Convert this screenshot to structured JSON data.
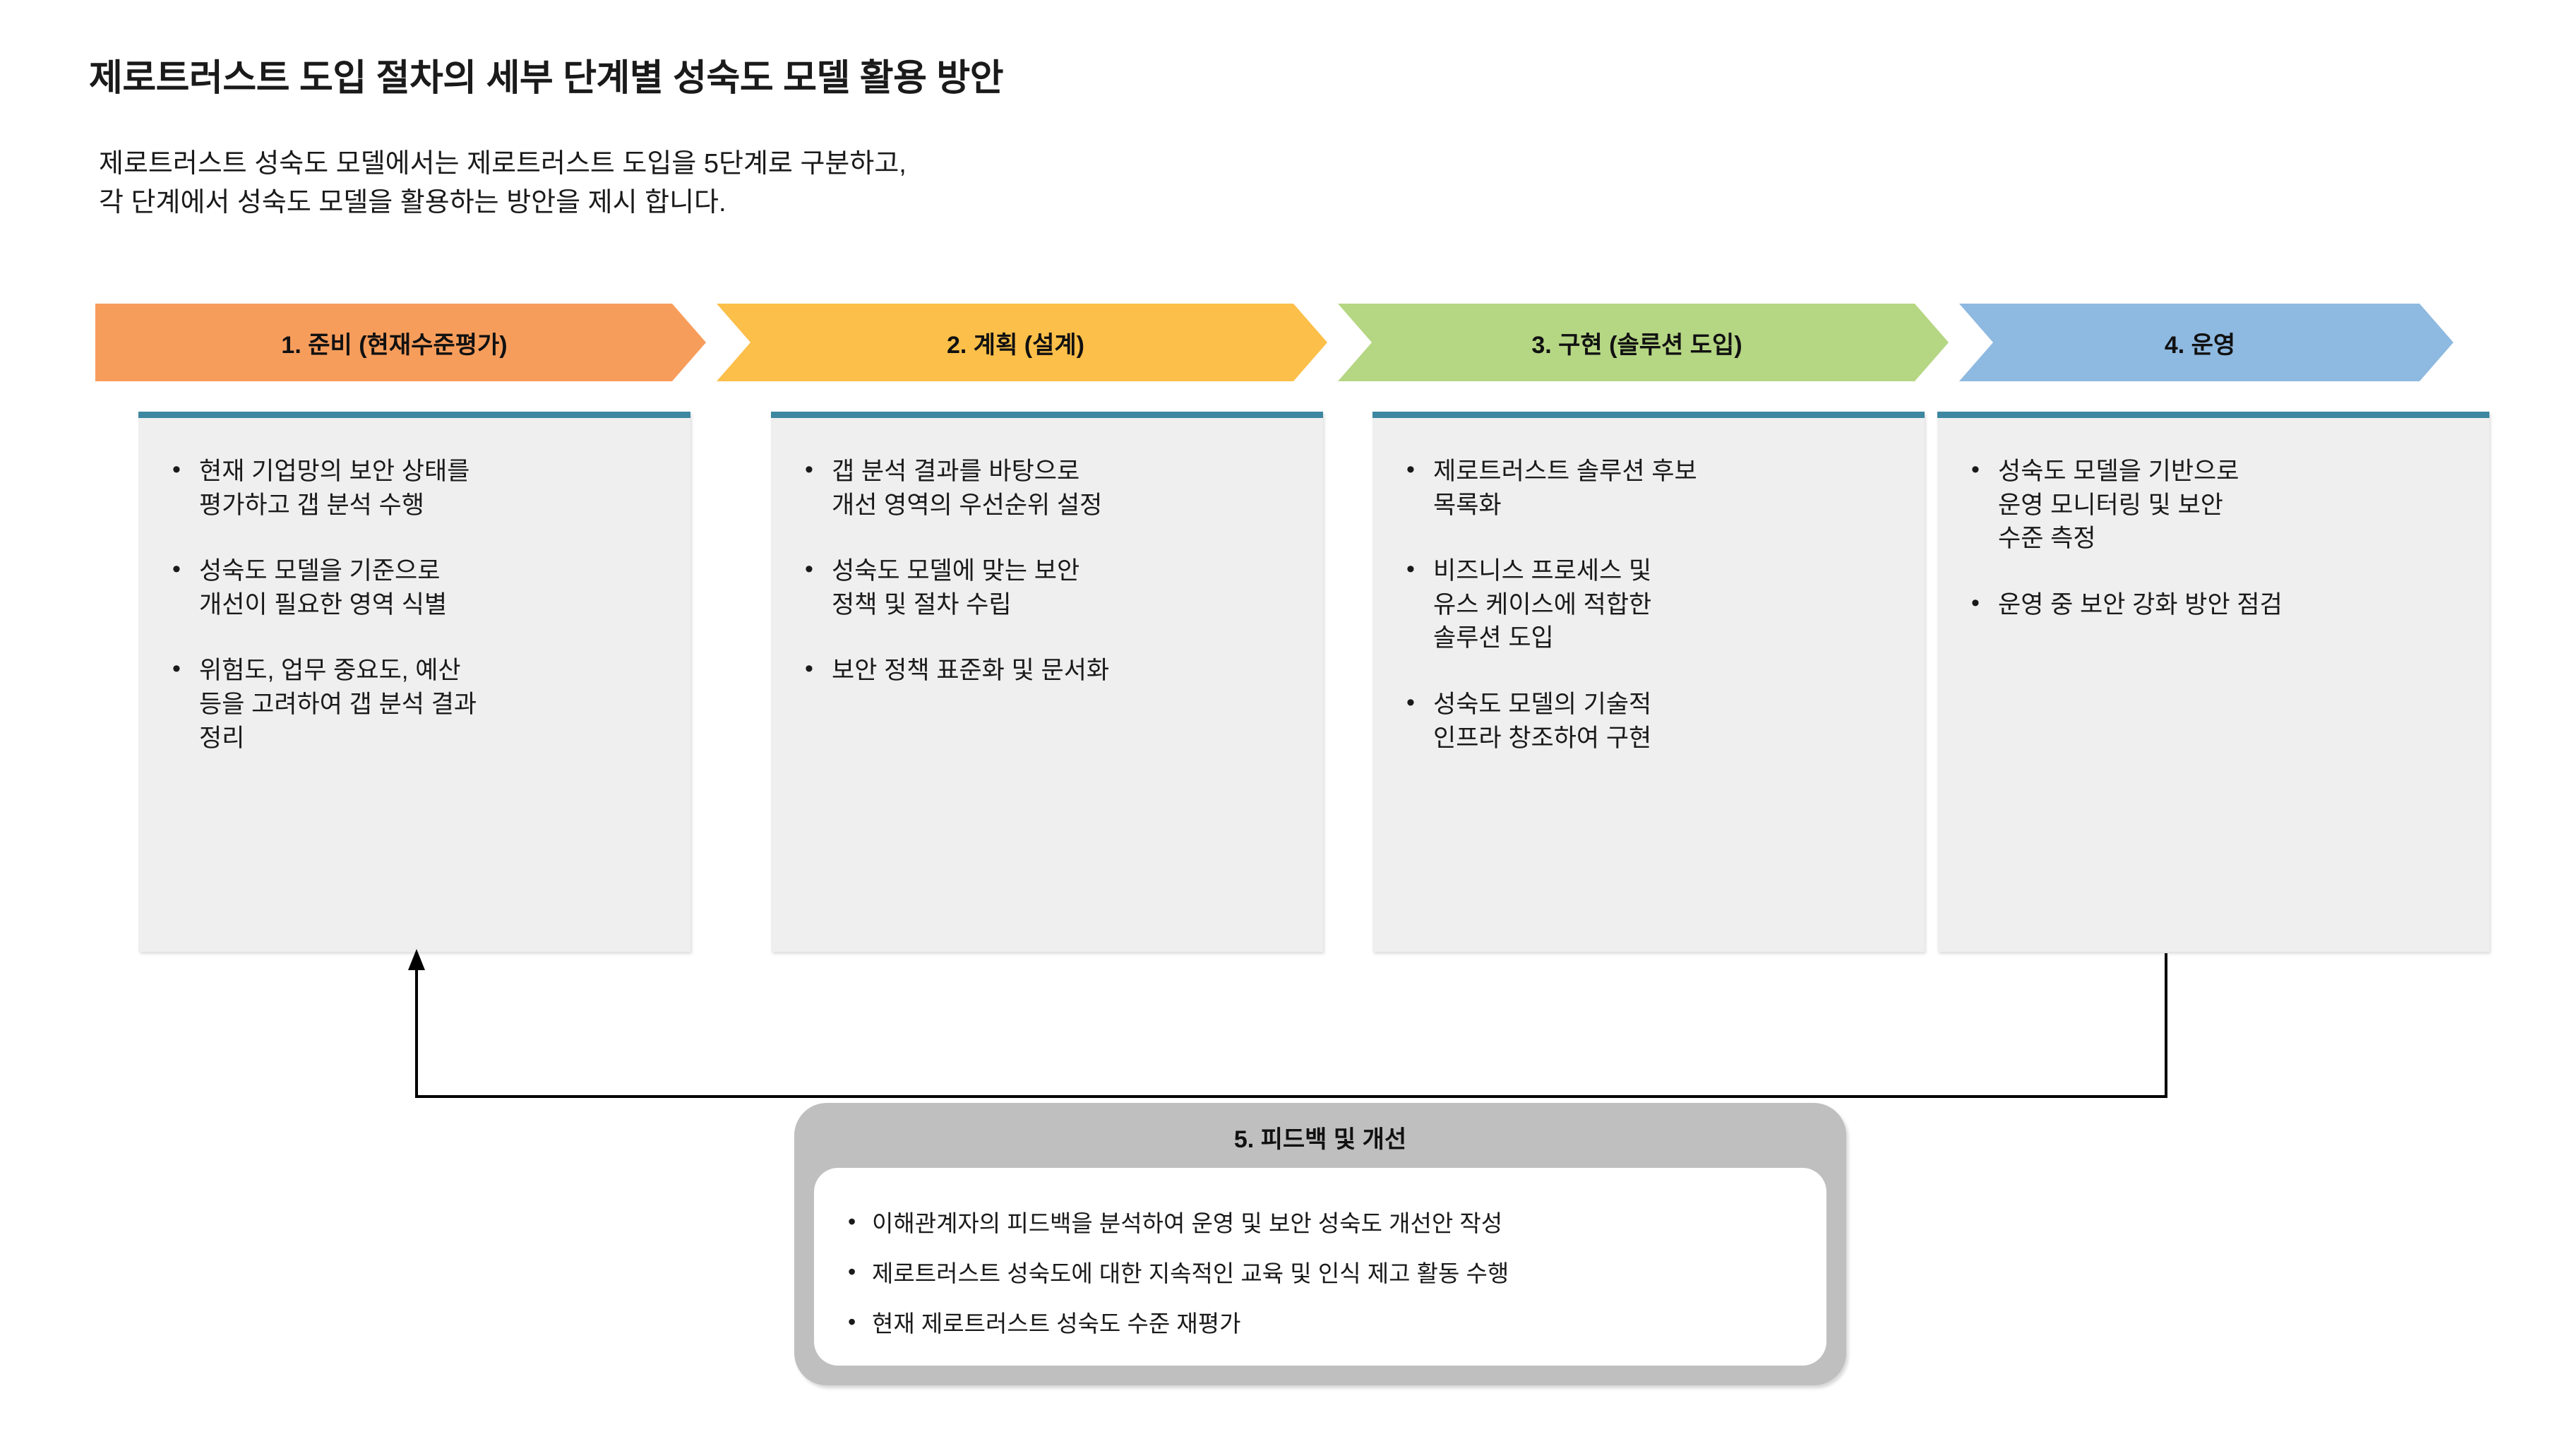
{
  "header": {
    "title": "제로트러스트 도입 절차의 세부 단계별 성숙도 모델 활용 방안",
    "subtitle_line1": "제로트러스트 성숙도 모델에서는 제로트러스트 도입을 5단계로 구분하고,",
    "subtitle_line2": "각 단계에서 성숙도 모델을 활용하는 방안을 제시 합니다."
  },
  "colors": {
    "stage1": "#F79D5C",
    "stage2": "#FCBF49",
    "stage3": "#B5D683",
    "stage4": "#8EB9E0",
    "box_fill": "#EFEFEF",
    "box_top_border": "#3D87A0",
    "feedback_frame": "#BFBFBF",
    "feedback_inner": "#FFFFFF",
    "connector": "#000000"
  },
  "stages": [
    {
      "label": "1. 준비 (현재수준평가)",
      "color": "#F79D5C",
      "bullets": [
        [
          "현재 기업망의 보안 상태를",
          "평가하고 갭 분석 수행"
        ],
        [
          "성숙도 모델을 기준으로",
          "개선이 필요한 영역 식별"
        ],
        [
          "위험도, 업무 중요도, 예산",
          "등을 고려하여 갭 분석 결과",
          "정리"
        ]
      ]
    },
    {
      "label": "2. 계획 (설계)",
      "color": "#FCBF49",
      "bullets": [
        [
          "갭 분석 결과를 바탕으로",
          "개선 영역의 우선순위 설정"
        ],
        [
          "성숙도 모델에 맞는 보안",
          "정책 및 절차 수립"
        ],
        [
          "보안 정책 표준화 및 문서화"
        ]
      ]
    },
    {
      "label": "3. 구현 (솔루션 도입)",
      "color": "#B5D683",
      "bullets": [
        [
          "제로트러스트 솔루션 후보",
          "목록화"
        ],
        [
          "비즈니스 프로세스 및",
          "유스 케이스에 적합한",
          "솔루션 도입"
        ],
        [
          "성숙도 모델의 기술적",
          "인프라 창조하여 구현"
        ]
      ]
    },
    {
      "label": "4. 운영",
      "color": "#8EB9E0",
      "bullets": [
        [
          "성숙도 모델을 기반으로",
          "운영 모니터링 및 보안",
          "수준 측정"
        ],
        [
          "운영 중 보안 강화 방안 점검"
        ]
      ]
    }
  ],
  "feedback": {
    "title": "5. 피드백 및 개선",
    "bullets": [
      "이해관계자의 피드백을 분석하여 운영 및 보안 성숙도 개선안 작성",
      "제로트러스트 성숙도에 대한 지속적인 교육 및 인식 제고 활동 수행",
      "현재 제로트러스트 성숙도 수준 재평가"
    ]
  }
}
